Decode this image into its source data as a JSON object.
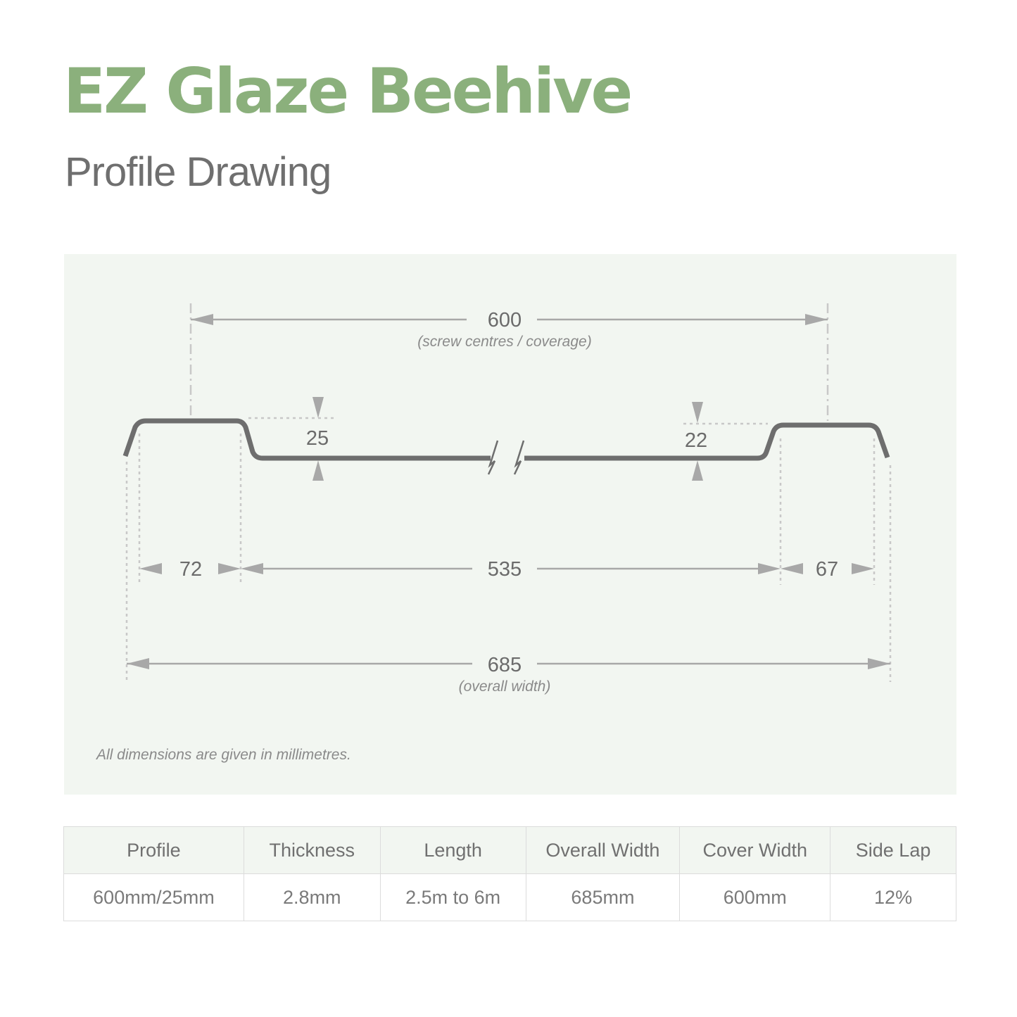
{
  "header": {
    "title": "EZ Glaze Beehive",
    "subtitle": "Profile Drawing"
  },
  "colors": {
    "title_green": "#8bb07c",
    "panel_background": "#f2f6f1",
    "profile_line": "#6e6e6e",
    "dimension_line": "#a8a8a8",
    "text_gray": "#6b6b6b"
  },
  "drawing": {
    "dimensions": {
      "screw_centres": {
        "value": "600",
        "note": "(screw centres / coverage)"
      },
      "left_rib_height": {
        "value": "25"
      },
      "right_rib_height": {
        "value": "22"
      },
      "left_rib_width": {
        "value": "72"
      },
      "pan_width": {
        "value": "535"
      },
      "right_rib_width": {
        "value": "67"
      },
      "overall_width": {
        "value": "685",
        "note": "(overall width)"
      }
    },
    "break_symbol": "break-lines-icon",
    "footnote": "All dimensions are given in millimetres."
  },
  "specs_table": {
    "headers": [
      "Profile",
      "Thickness",
      "Length",
      "Overall Width",
      "Cover Width",
      "Side Lap"
    ],
    "rows": [
      [
        "600mm/25mm",
        "2.8mm",
        "2.5m to 6m",
        "685mm",
        "600mm",
        "12%"
      ]
    ]
  }
}
